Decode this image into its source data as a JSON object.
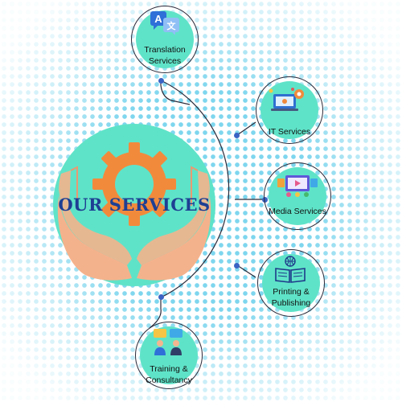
{
  "hub": {
    "title": "OUR SERVICES"
  },
  "services": [
    {
      "label": "Translation Services",
      "icon": "translate-icon"
    },
    {
      "label": "IT Services",
      "icon": "computer-gear-icon"
    },
    {
      "label": "Media Services",
      "icon": "media-icon"
    },
    {
      "label": "Printing & Publishing",
      "icon": "book-icon"
    },
    {
      "label": "Training & Consultancy",
      "icon": "people-chat-icon"
    }
  ],
  "colors": {
    "circle_fill": "#5fe3c8",
    "gear": "#f28a3c",
    "hands": "#f4b28c",
    "title_text": "#1e3f93",
    "connector_dot": "#3a63c4",
    "background_dots": "#53c8e8"
  }
}
